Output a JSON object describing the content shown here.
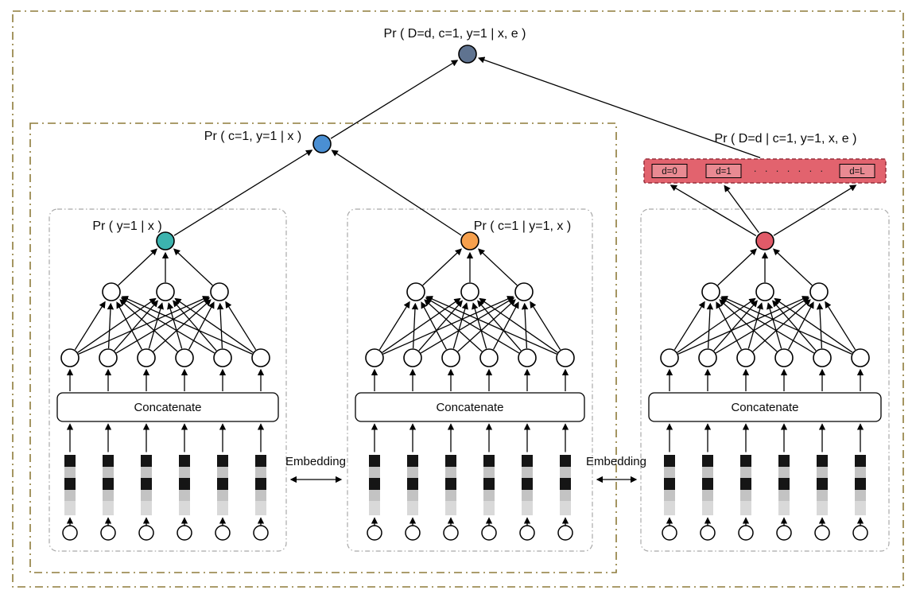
{
  "diagram": {
    "title_top": "Pr ( D=d, c=1, y=1 | x, e )",
    "joint_label": "Pr ( c=1, y=1 | x )",
    "concatenate_label": "Concatenate",
    "embedding_label": "Embedding",
    "subnets": [
      {
        "id": "y",
        "label": "Pr ( y=1 | x )",
        "node_color": "#3cb3ae"
      },
      {
        "id": "c",
        "label": "Pr ( c=1 | y=1, x )",
        "node_color": "#f6a04d"
      },
      {
        "id": "d",
        "label": "Pr ( D=d | c=1, y=1, x, e )",
        "node_color": "#e05a68"
      }
    ],
    "d_strip": {
      "boxes": [
        "d=0",
        "d=1",
        "d=L"
      ],
      "dots": "· · · · · · ·"
    },
    "colors": {
      "top_node": "#5f7390",
      "joint_node": "#4a8fd3",
      "strip_fill": "#e2636e",
      "strip_box_fill": "#e98a92",
      "strip_border": "#97303d",
      "outer_border": "#8d7b3a",
      "subnet_border": "#a9a9a9",
      "bar_black": "#151515",
      "bar_gray": "#c3c3c3",
      "bar_light": "#d9d9d9"
    }
  }
}
